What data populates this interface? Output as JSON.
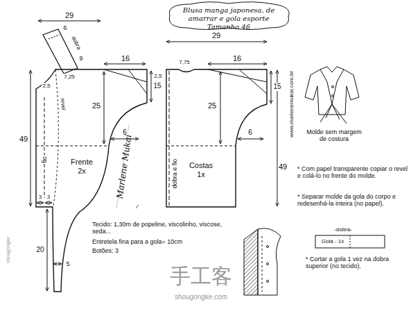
{
  "diagram": {
    "title": "Blusa manga japonesa, de amarrar e gola esporte Tamanho 46",
    "nodes": [
      {
        "text": [
          "Frente 2x"
        ]
      },
      {
        "text": [
          "Costas 1x"
        ]
      }
    ],
    "labels": [
      "29",
      "6",
      "dobra",
      "9",
      "7,25",
      "2,5",
      "16",
      "25",
      "6",
      "15",
      "49",
      "revel",
      "fio",
      "3",
      "3",
      "20",
      "5",
      "29",
      "7,75",
      "2,5",
      "16",
      "25",
      "6",
      "15",
      "49",
      "dobra e fio",
      "www.marlenemukai.com.br",
      "Molde sem margem de costura",
      "Tecido: 1,30m de popeline, viscolinho, viscose, seda...",
      "Entretela fina para a gola= 10cm",
      "Botões: 3",
      "* Com papel transparente copiar o revel e colá-lo no frente do molde.",
      "* Separar molde da gola do corpo e redesenhá-la inteira (no papel).",
      "-dobra-",
      "Gola - 1x",
      "* Cortar a gola 1 vez na dobra superior (no tecido).",
      "Marlene Mukai",
      "手工客",
      "shougongke.com",
      "shougongke"
    ]
  }
}
